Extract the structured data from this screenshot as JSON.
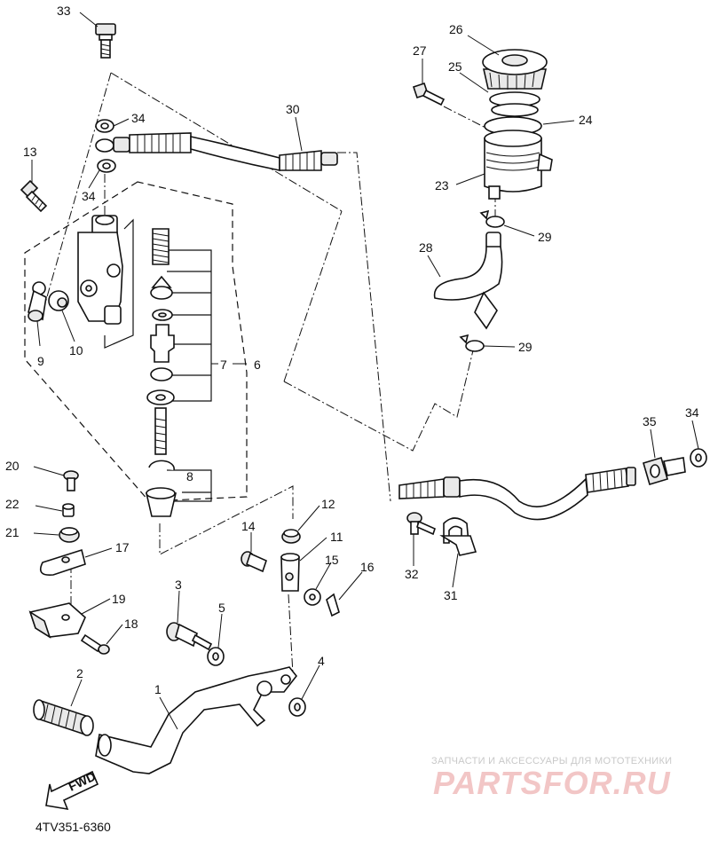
{
  "drawing_code": "4TV351-6360",
  "watermark": {
    "subtitle": "ЗАПЧАСТИ И АКСЕССУАРЫ ДЛЯ МОТОТЕХНИКИ",
    "logo": "PARTSFOR.RU",
    "color": "#e06060"
  },
  "fwd_label": "FWD",
  "callouts": [
    {
      "id": "c33",
      "text": "33"
    },
    {
      "id": "c34a",
      "text": "34"
    },
    {
      "id": "c34b",
      "text": "34"
    },
    {
      "id": "c13",
      "text": "13"
    },
    {
      "id": "c9",
      "text": "9"
    },
    {
      "id": "c10",
      "text": "10"
    },
    {
      "id": "c7",
      "text": "7"
    },
    {
      "id": "c6",
      "text": "6"
    },
    {
      "id": "c8",
      "text": "8"
    },
    {
      "id": "c30",
      "text": "30"
    },
    {
      "id": "c26",
      "text": "26"
    },
    {
      "id": "c27",
      "text": "27"
    },
    {
      "id": "c25",
      "text": "25"
    },
    {
      "id": "c24",
      "text": "24"
    },
    {
      "id": "c23",
      "text": "23"
    },
    {
      "id": "c29a",
      "text": "29"
    },
    {
      "id": "c28",
      "text": "28"
    },
    {
      "id": "c29b",
      "text": "29"
    },
    {
      "id": "c35",
      "text": "35"
    },
    {
      "id": "c34c",
      "text": "34"
    },
    {
      "id": "c20",
      "text": "20"
    },
    {
      "id": "c22",
      "text": "22"
    },
    {
      "id": "c21",
      "text": "21"
    },
    {
      "id": "c17",
      "text": "17"
    },
    {
      "id": "c19",
      "text": "19"
    },
    {
      "id": "c18",
      "text": "18"
    },
    {
      "id": "c12",
      "text": "12"
    },
    {
      "id": "c14",
      "text": "14"
    },
    {
      "id": "c11",
      "text": "11"
    },
    {
      "id": "c15",
      "text": "15"
    },
    {
      "id": "c16",
      "text": "16"
    },
    {
      "id": "c3",
      "text": "3"
    },
    {
      "id": "c5",
      "text": "5"
    },
    {
      "id": "c2",
      "text": "2"
    },
    {
      "id": "c1",
      "text": "1"
    },
    {
      "id": "c4",
      "text": "4"
    },
    {
      "id": "c32",
      "text": "32"
    },
    {
      "id": "c31",
      "text": "31"
    }
  ]
}
